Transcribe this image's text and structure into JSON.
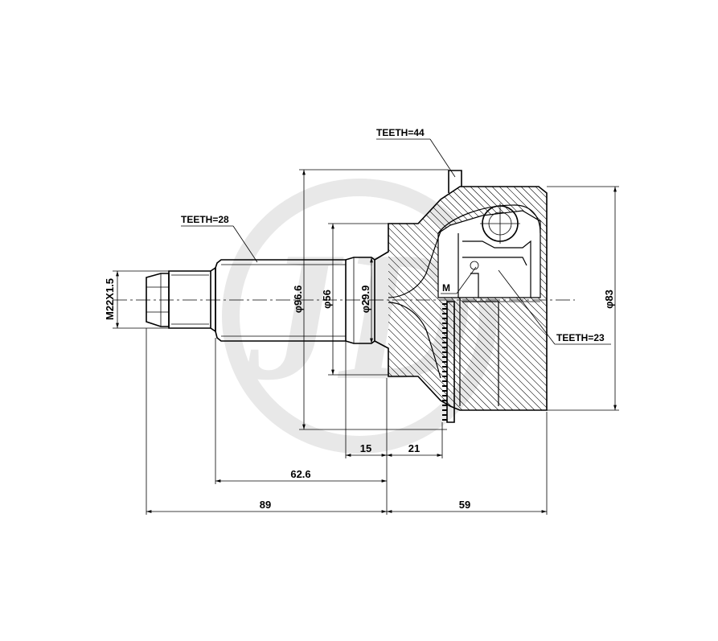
{
  "watermark": {
    "color": "#e6e6e6",
    "letters": "JD"
  },
  "callouts": {
    "teeth_outer": "TEETH=44",
    "teeth_shaft": "TEETH=28",
    "teeth_inner": "TEETH=23",
    "marker": "M"
  },
  "dimensions": {
    "thread": "M22X1.5",
    "dia_flange": "φ96.6",
    "dia_seal": "φ56",
    "dia_shaft": "φ29.9",
    "dia_outer": "φ83",
    "len_15": "15",
    "len_21": "21",
    "len_62_6": "62.6",
    "len_89": "89",
    "len_59": "59"
  }
}
